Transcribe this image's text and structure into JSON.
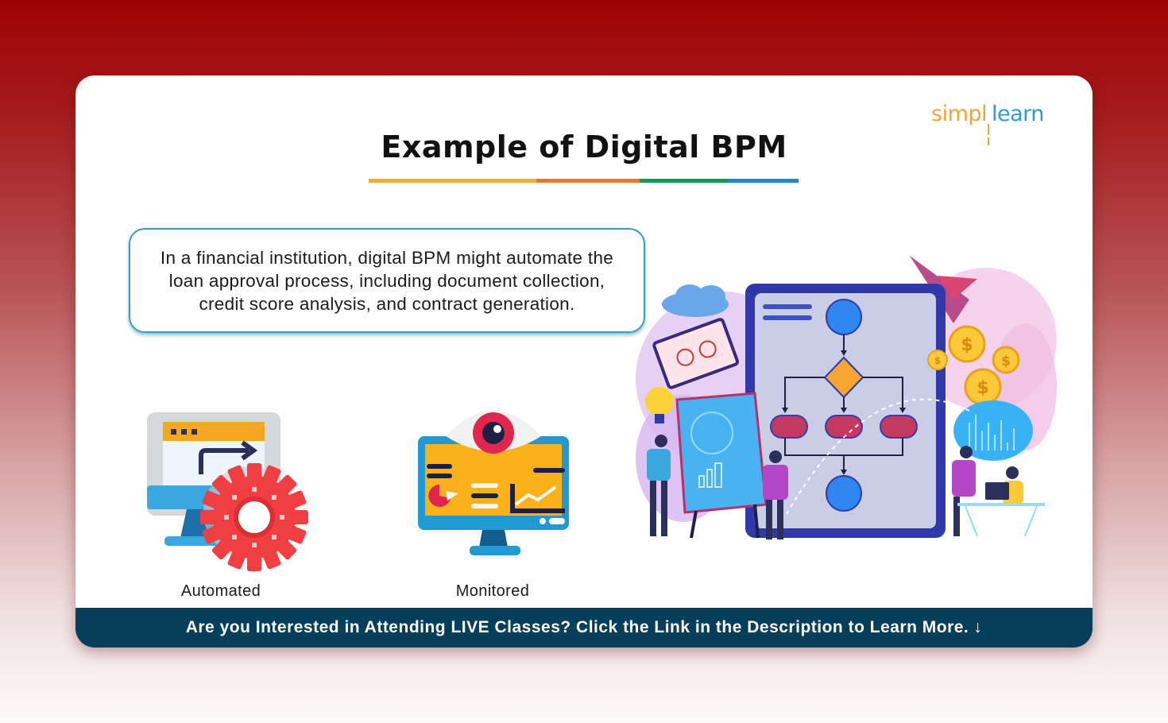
{
  "slide": {
    "logo": {
      "part1": "simpl",
      "part2": "learn"
    },
    "title": "Example of Digital BPM",
    "title_underline_colors": [
      "#f0ad30",
      "#e57a2e",
      "#0f9a5a",
      "#1d86cf"
    ],
    "description": "In a financial institution, digital BPM might automate the loan approval process, including document collection, credit score analysis, and contract generation.",
    "features": [
      {
        "label": "Automated",
        "icon": "monitor-gear-icon"
      },
      {
        "label": "Monitored",
        "icon": "monitor-eye-icon"
      }
    ],
    "illustration": {
      "name": "bpm-flowchart-illustration",
      "currency_symbol": "$"
    },
    "banner": {
      "text": "Are you Interested in Attending LIVE Classes? Click the Link in the Description to Learn More.",
      "arrow": "↓"
    }
  },
  "colors": {
    "background_top": "#9e0202",
    "banner_bg": "#073f5a",
    "box_border": "#3a9cc0",
    "logo_orange": "#f0a43a",
    "logo_blue": "#2d9bd8"
  }
}
